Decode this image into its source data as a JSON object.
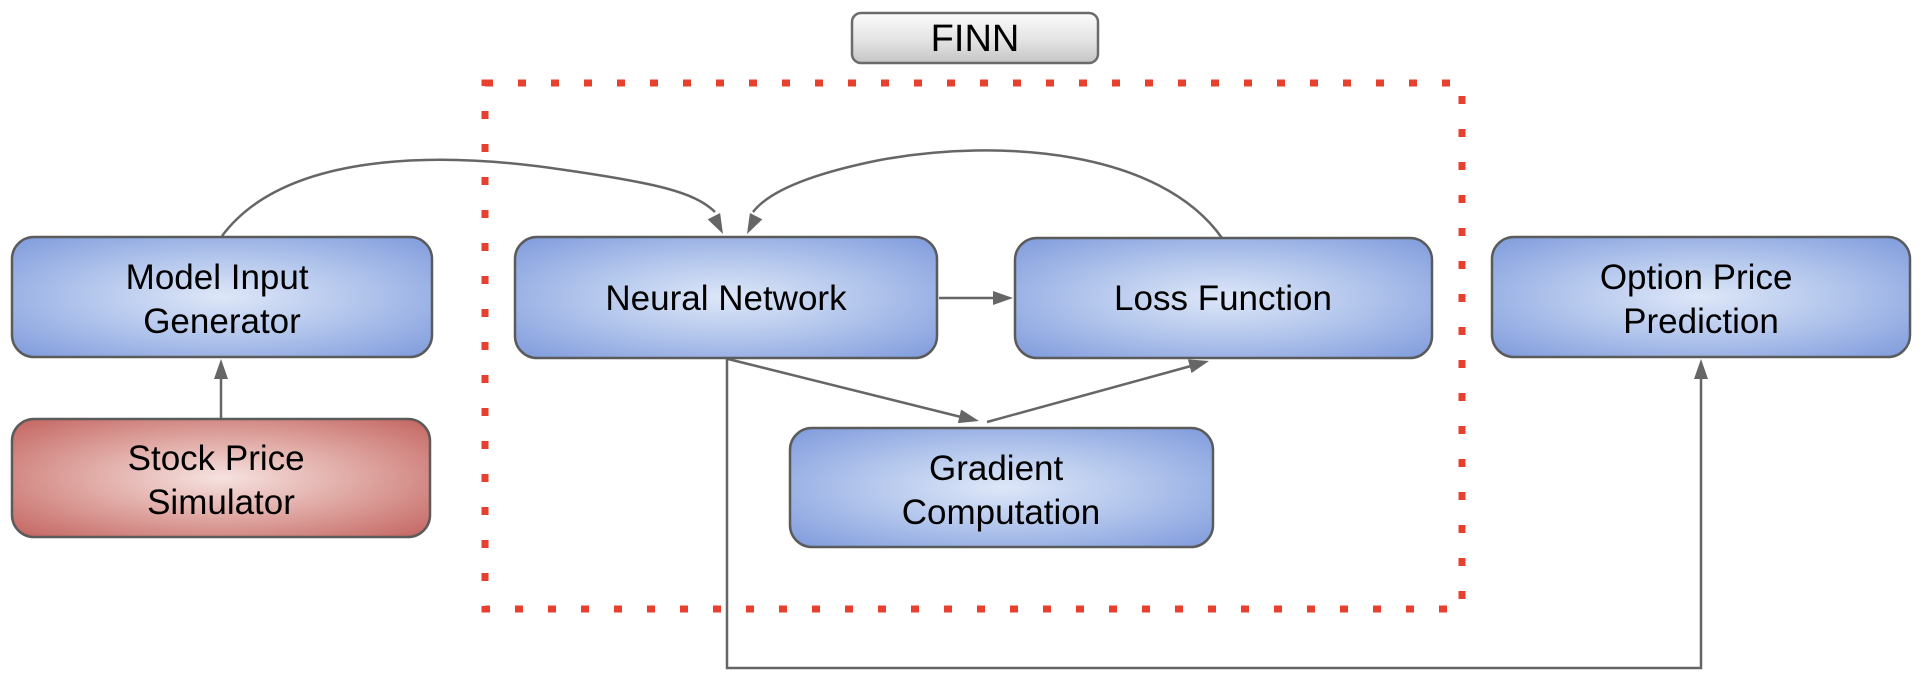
{
  "diagram": {
    "container_label": "FINN",
    "nodes": [
      {
        "id": "model-input-generator",
        "label_lines": [
          "Model Input",
          "Generator"
        ],
        "fill": "blue",
        "line1": "Model Input",
        "line2": "Generator"
      },
      {
        "id": "stock-price-simulator",
        "label_lines": [
          "Stock Price",
          "Simulator"
        ],
        "fill": "red",
        "line1": "Stock Price",
        "line2": "Simulator"
      },
      {
        "id": "neural-network",
        "label_lines": [
          "Neural Network"
        ],
        "fill": "blue",
        "line1": "Neural Network",
        "line2": ""
      },
      {
        "id": "loss-function",
        "label_lines": [
          "Loss Function"
        ],
        "fill": "blue",
        "line1": "Loss Function",
        "line2": ""
      },
      {
        "id": "gradient-computation",
        "label_lines": [
          "Gradient",
          "Computation"
        ],
        "fill": "blue",
        "line1": "Gradient",
        "line2": "Computation"
      },
      {
        "id": "option-price-prediction",
        "label_lines": [
          "Option Price",
          "Prediction"
        ],
        "fill": "blue",
        "line1": "Option Price",
        "line2": "Prediction"
      }
    ],
    "edges": [
      {
        "from": "stock-price-simulator",
        "to": "model-input-generator",
        "style": "straight-up"
      },
      {
        "from": "model-input-generator",
        "to": "neural-network",
        "style": "curve-over-top"
      },
      {
        "from": "loss-function",
        "to": "neural-network",
        "style": "curve-over-top"
      },
      {
        "from": "neural-network",
        "to": "loss-function",
        "style": "straight-right"
      },
      {
        "from": "neural-network",
        "to": "gradient-computation",
        "style": "diagonal-down"
      },
      {
        "from": "gradient-computation",
        "to": "loss-function",
        "style": "diagonal-up"
      },
      {
        "from": "neural-network",
        "to": "option-price-prediction",
        "style": "down-right-up-elbow"
      }
    ],
    "colors": {
      "blue_node_edge": "#7d99dc",
      "blue_node_center": "#dee7f8",
      "red_node_edge": "#c2615d",
      "red_node_center": "#f6e2e0",
      "finn_box_top": "#fcfcfc",
      "finn_box_bottom": "#c5c5c5",
      "node_border": "#5b5b5b",
      "dashed_container_border": "#e8402f",
      "arrow": "#666666",
      "text": "#000000",
      "background": "#ffffff"
    }
  }
}
